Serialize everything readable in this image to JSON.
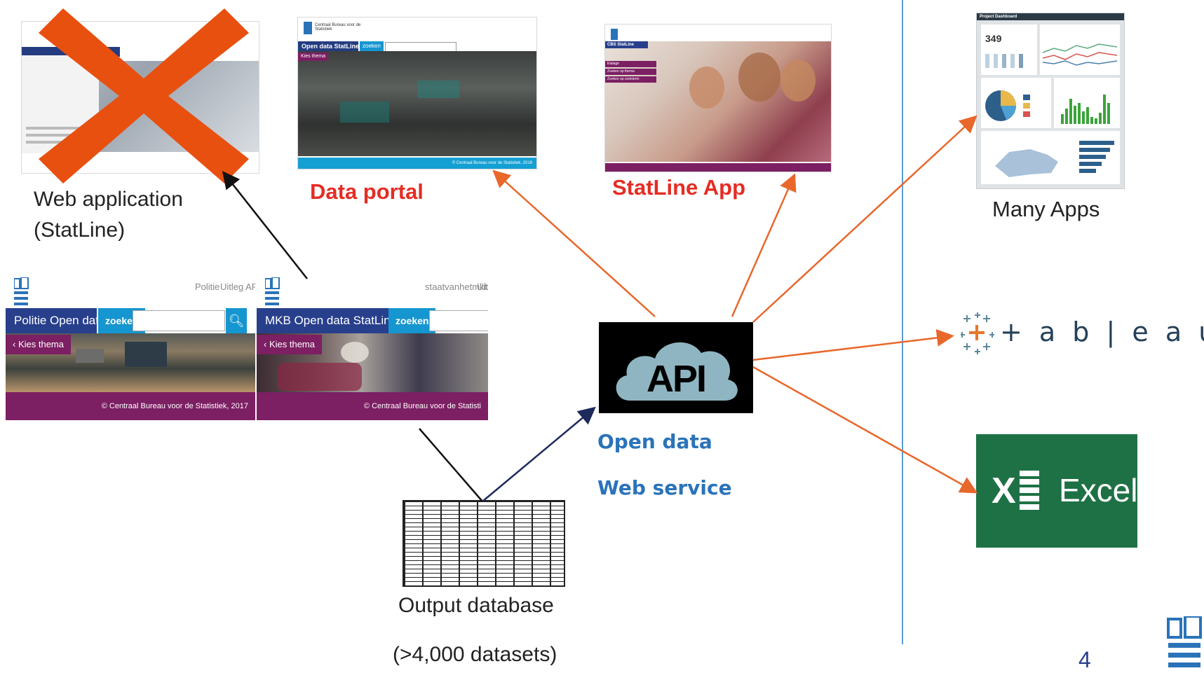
{
  "web_application": {
    "label_line1": "Web application",
    "label_line2": "(StatLine)"
  },
  "data_portal": {
    "label": "Data portal",
    "header_text": "Open data StatLine",
    "search_label": "zoeken",
    "theme_button": "Kies thema",
    "footer": "© Centraal Bureau voor de Statistiek, 2016",
    "brand": "Centraal Bureau voor de Statistiek"
  },
  "statline_app": {
    "label": "StatLine App",
    "header_text": "CBS StatLine",
    "menu": [
      "Etalage",
      "Zoeken op thema",
      "Zoeken op zoekterm"
    ]
  },
  "politie_tile": {
    "nav": [
      "Politie",
      "Uitleg API"
    ],
    "title": "Politie Open data",
    "search_label": "zoeken",
    "theme_button": "Kies thema",
    "footer": "© Centraal Bureau voor de Statistiek, 2017"
  },
  "mkb_tile": {
    "nav": [
      "staatvanhetmkb.nl",
      "Uitleg"
    ],
    "title": "MKB Open data StatLine",
    "search_label": "zoeken",
    "theme_button": "Kies thema",
    "footer": "© Centraal Bureau voor de Statisti"
  },
  "api": {
    "text": "API",
    "caption_line1": "Open data",
    "caption_line2": "Web service"
  },
  "output_db": {
    "label": "Output database",
    "sub_label": "(>4,000 datasets)"
  },
  "many_apps": {
    "label": "Many Apps",
    "dashboard_title": "Project Dashboard",
    "kpi_value": "349"
  },
  "tableau": {
    "wordmark": "+ a b | e a u"
  },
  "excel": {
    "letter": "X",
    "label": "Excel"
  },
  "page_number": "4",
  "colors": {
    "arrow_orange": "#e8672b",
    "arrow_black": "#111111",
    "arrow_navy": "#1f2a5c",
    "cross_orange": "#e8500f",
    "red_label": "#e52d24",
    "blue_label": "#2a73b9",
    "excel_green": "#1e7145",
    "divider_blue": "#5a9bd5",
    "cbs_blue": "#283f8c",
    "cbs_purple": "#7c1f63",
    "cbs_cyan": "#1596d0"
  }
}
